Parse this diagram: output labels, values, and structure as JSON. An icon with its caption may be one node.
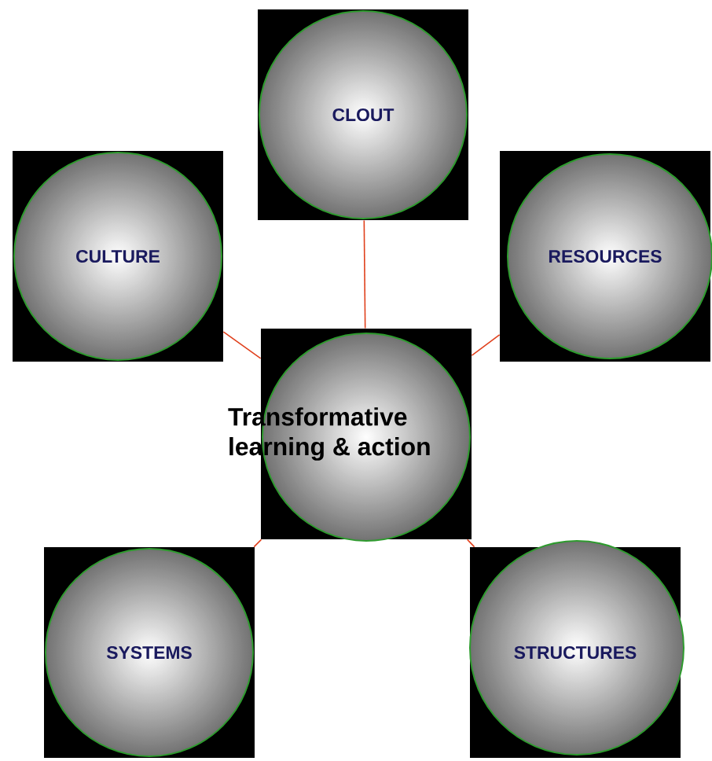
{
  "diagram": {
    "nodes": [
      {
        "text": [
          "CLOUT"
        ]
      },
      {
        "text": [
          "CULTURE"
        ]
      },
      {
        "text": [
          "RESOURCES"
        ]
      },
      {
        "text": [
          "Transformative learning & action"
        ]
      },
      {
        "text": [
          "SYSTEMS"
        ]
      },
      {
        "text": [
          "STRUCTURES"
        ]
      }
    ],
    "edges": [
      {
        "from": 3,
        "to": 0,
        "arrow": "none"
      },
      {
        "from": 3,
        "to": 1,
        "arrow": "none"
      },
      {
        "from": 3,
        "to": 2,
        "arrow": "none"
      },
      {
        "from": 3,
        "to": 4,
        "arrow": "none"
      },
      {
        "from": 3,
        "to": 5,
        "arrow": "none"
      }
    ]
  }
}
